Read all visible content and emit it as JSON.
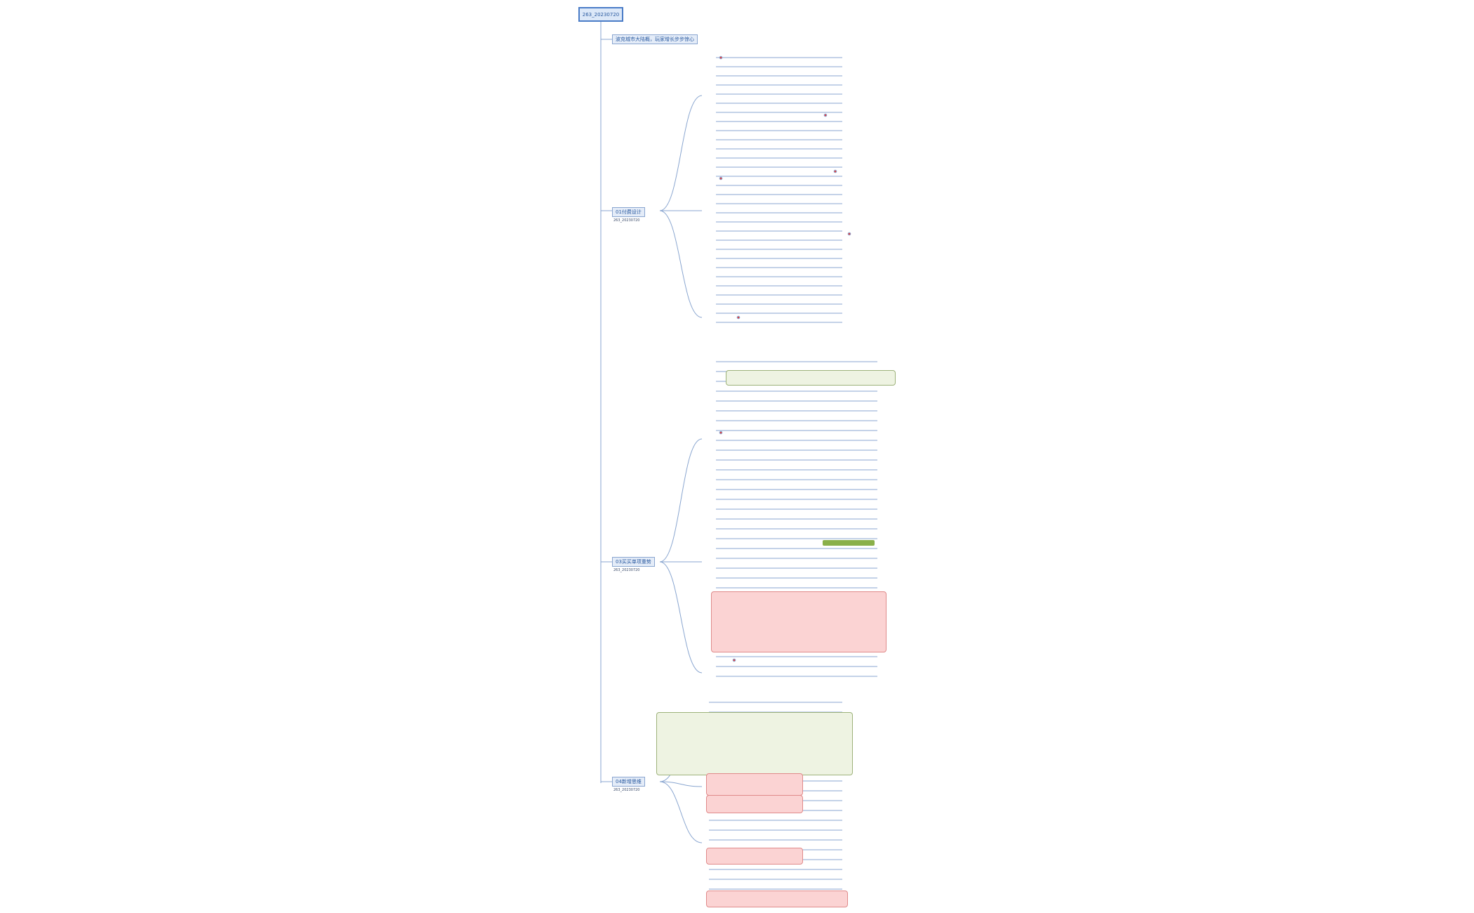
{
  "root": {
    "label": "263_20230720"
  },
  "branches": [
    {
      "label": "波克城市大陆概，玩家增长步步惊心"
    },
    {
      "label": "01付费设计",
      "sub": "263_20230720"
    },
    {
      "label": "03买买单项重势",
      "sub": "263_20230720"
    },
    {
      "label": "04新增思维",
      "sub": "263_20230720"
    }
  ],
  "colors": {
    "line": "#8aa6d0",
    "red_dot": "#e04040",
    "accent": "#4a7cc7"
  }
}
